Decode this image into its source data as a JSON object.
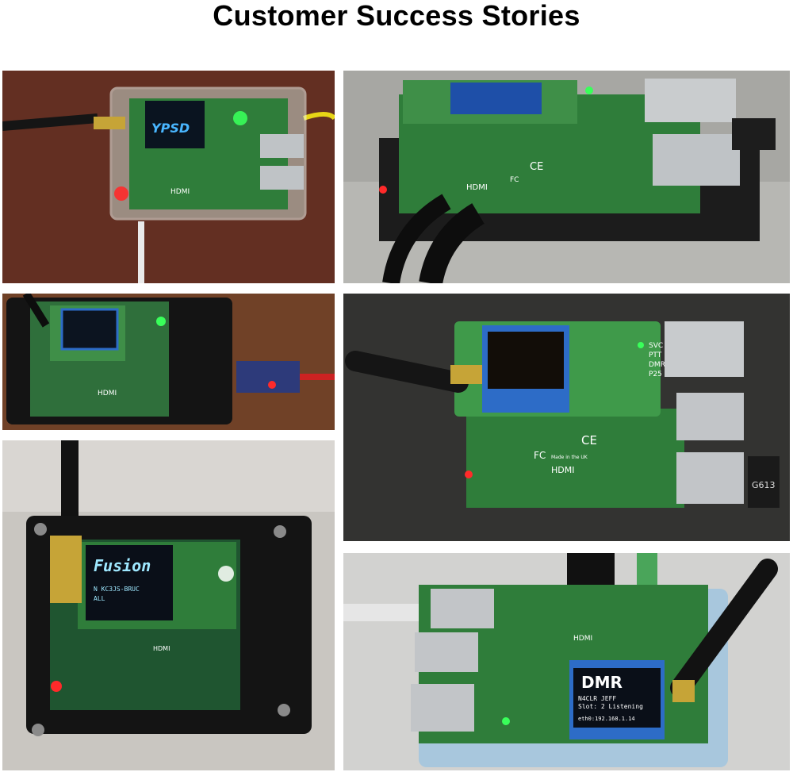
{
  "page": {
    "title": "Customer Success Stories"
  },
  "photos": [
    {
      "screen_text": "YPSD",
      "board_marks": [
        "HDMI"
      ]
    },
    {
      "board_marks": [
        "HDMI",
        "CE",
        "FC"
      ]
    },
    {
      "board_marks": [
        "HDMI"
      ]
    },
    {
      "board_marks": [
        "HDMI",
        "CE",
        "FC",
        "Made in the UK"
      ],
      "side_labels": [
        "SVC",
        "PTT",
        "DMR",
        "P25"
      ],
      "dongle_label": "G613"
    },
    {
      "screen_text": "Fusion",
      "screen_lines": [
        "N KC3JS-BRUC",
        "ALL"
      ],
      "board_marks": [
        "HDMI"
      ]
    },
    {
      "screen_text": "DMR",
      "screen_lines": [
        "N4CLR JEFF",
        "Slot: 2 Listening",
        "eth0:192.168.1.14"
      ],
      "board_marks": [
        "HDMI"
      ]
    }
  ],
  "colors": {
    "pcb_green": "#2f7d3a",
    "led_green": "#39ff5a",
    "led_red": "#ff2a2a",
    "oled_blue": "#49b6ff",
    "case_black": "#141414"
  }
}
